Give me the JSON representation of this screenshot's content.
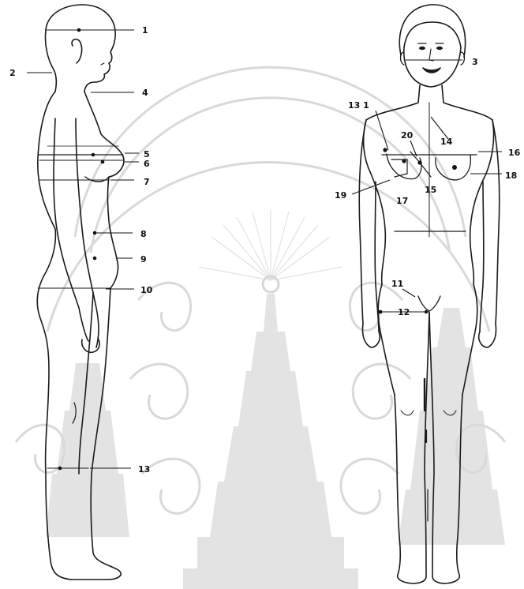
{
  "colors": {
    "ink": "#1a1a1a",
    "watermark": "#d9d9d9",
    "background": "#ffffff"
  },
  "watermark": {
    "icon": "temple-emblem-watermark"
  },
  "side_view": {
    "labels": [
      "1",
      "2",
      "4",
      "5",
      "6",
      "7",
      "8",
      "9",
      "10",
      "13"
    ]
  },
  "front_view": {
    "labels": [
      "3",
      "13 1",
      "20",
      "14",
      "16",
      "18",
      "19",
      "17",
      "15",
      "11",
      "12"
    ]
  }
}
